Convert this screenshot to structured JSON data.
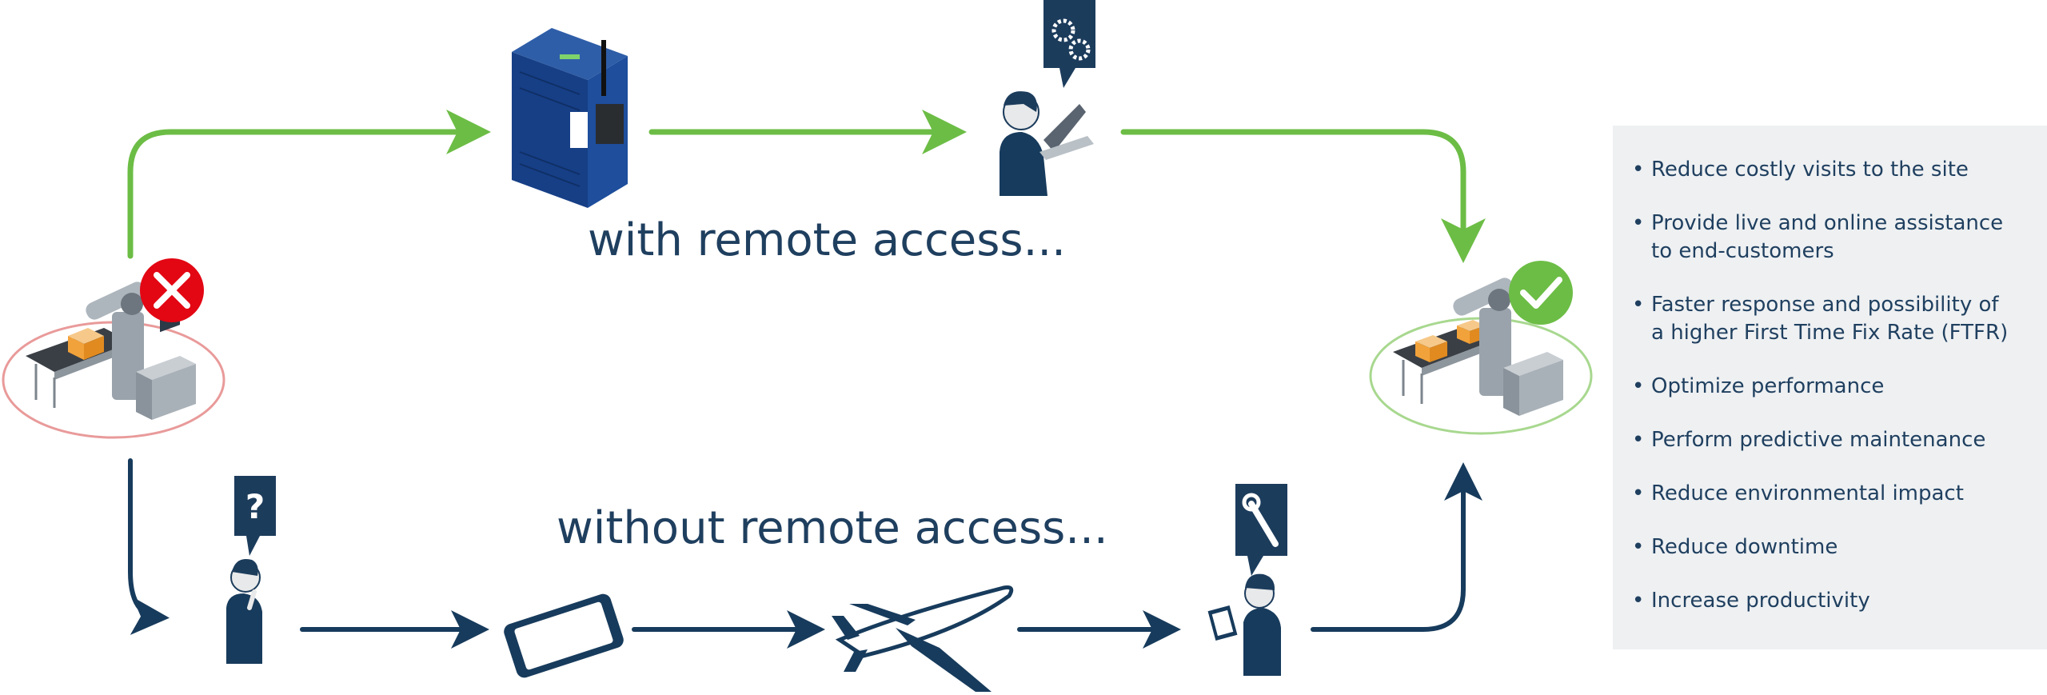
{
  "colors": {
    "with_path": "#6cbd45",
    "without_path": "#173b5c",
    "error": "#e30613",
    "success": "#6cbd45",
    "text": "#1f3f5f",
    "panel": "#eef0f2"
  },
  "captions": {
    "with": "with remote access...",
    "without": "without remote access..."
  },
  "icons": {
    "start": "robot-arm-machine-icon",
    "error": "red-x-icon",
    "gateway": "remote-access-router-icon",
    "engineer": "engineer-laptop-icon",
    "gears": "gears-speech-bubble-icon",
    "question": "question-speech-bubble-icon",
    "operator": "thinking-person-icon",
    "phone": "smartphone-icon",
    "plane": "airplane-icon",
    "technician": "technician-clipboard-icon",
    "wrench": "wrench-speech-bubble-icon",
    "end": "robot-arm-machine-icon",
    "check": "green-check-icon"
  },
  "benefits": [
    "Reduce costly visits to the site",
    "Provide live and online assistance\nto end-customers",
    "Faster response and possibility of\na higher First Time Fix Rate (FTFR)",
    "Optimize performance",
    "Perform predictive maintenance",
    "Reduce environmental impact",
    "Reduce downtime",
    "Increase productivity"
  ]
}
